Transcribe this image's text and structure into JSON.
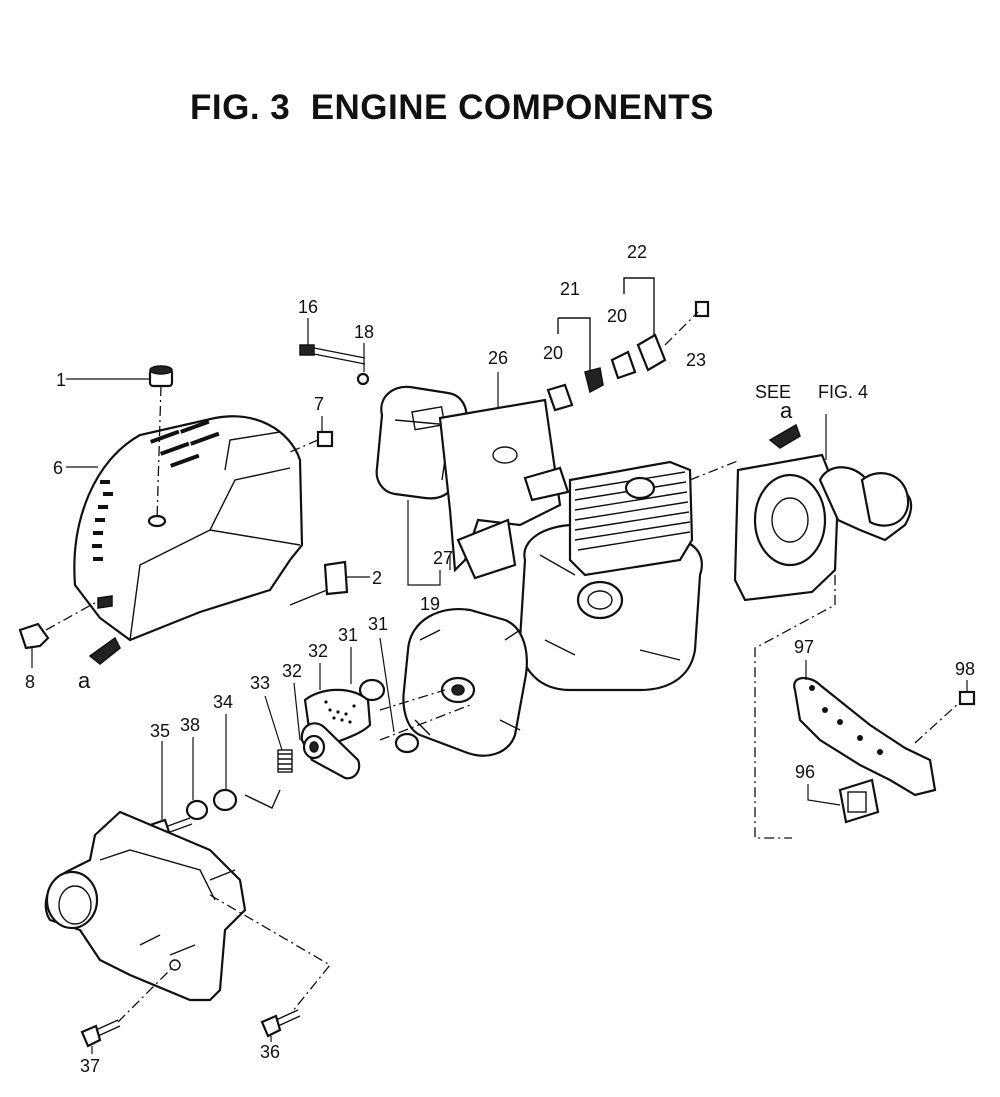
{
  "title": "FIG. 3  ENGINE COMPONENTS",
  "reference": {
    "see": "SEE",
    "fig": "FIG. 4",
    "view_mark": "a"
  },
  "view_mark_left": "a",
  "part_labels": {
    "p1": "1",
    "p2": "2",
    "p6": "6",
    "p7": "7",
    "p8": "8",
    "p16": "16",
    "p18": "18",
    "p19": "19",
    "p20a": "20",
    "p20b": "20",
    "p21": "21",
    "p22": "22",
    "p23": "23",
    "p26": "26",
    "p27": "27",
    "p31a": "31",
    "p31b": "31",
    "p32a": "32",
    "p32b": "32",
    "p33": "33",
    "p34": "34",
    "p35": "35",
    "p36": "36",
    "p37": "37",
    "p38": "38",
    "p96": "96",
    "p97": "97",
    "p98": "98"
  }
}
